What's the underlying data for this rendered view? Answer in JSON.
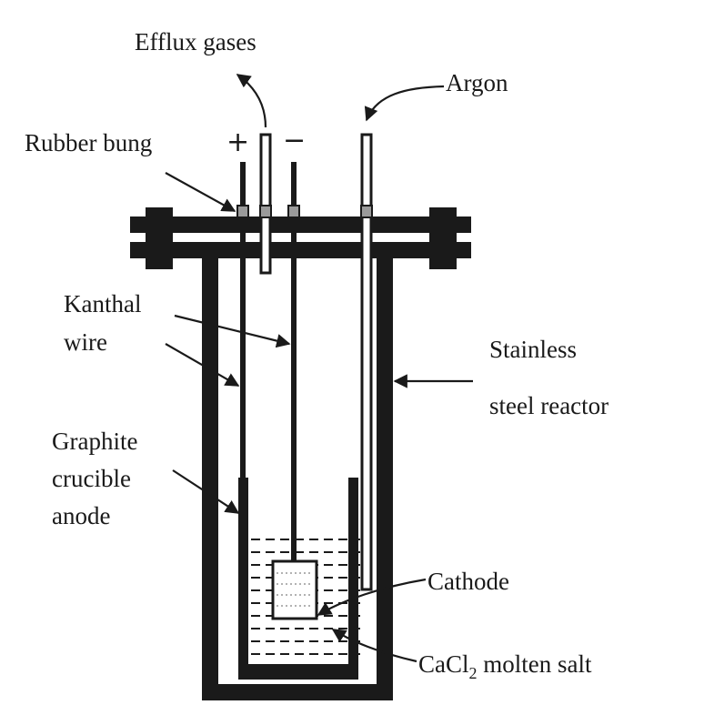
{
  "labels": {
    "efflux_gases": "Efflux gases",
    "argon": "Argon",
    "rubber_bung": "Rubber bung",
    "plus_sign": "+",
    "minus_sign": "−",
    "kanthal_line1": "Kanthal",
    "kanthal_line2": "wire",
    "stainless_line1": "Stainless",
    "stainless_line2": "steel reactor",
    "graphite_line1": "Graphite",
    "graphite_line2": "crucible",
    "graphite_line3": "anode",
    "cathode": "Cathode",
    "salt_formula_main": "CaCl",
    "salt_formula_sub": "2",
    "salt_rest": " molten salt"
  },
  "colors": {
    "ink": "#1a1a1a",
    "bung": "#9a9a9a",
    "cathode_fill": "#ffffff",
    "background": "#ffffff"
  }
}
